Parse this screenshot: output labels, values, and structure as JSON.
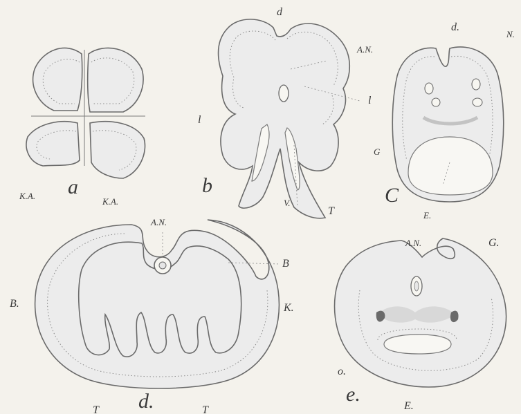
{
  "figures": {
    "a": {
      "letter": "a",
      "label_left": "K.A.",
      "label_right": "K.A."
    },
    "b": {
      "letter": "b",
      "label_top": "d",
      "label_an": "A.N.",
      "label_left_l": "l",
      "label_right_l": "l",
      "label_v": "V.",
      "label_t": "T"
    },
    "c": {
      "letter": "C",
      "label_top": "d.",
      "label_n": "N.",
      "label_g": "G",
      "label_e": "E."
    },
    "d": {
      "letter": "d.",
      "label_an": "A.N.",
      "label_b_right": "B",
      "label_b_left": "B.",
      "label_k": "K.",
      "label_t_left": "T",
      "label_t_right": "T"
    },
    "e": {
      "letter": "e.",
      "label_an": "A.N.",
      "label_g": "G.",
      "label_o": "o.",
      "label_e": "E."
    }
  }
}
